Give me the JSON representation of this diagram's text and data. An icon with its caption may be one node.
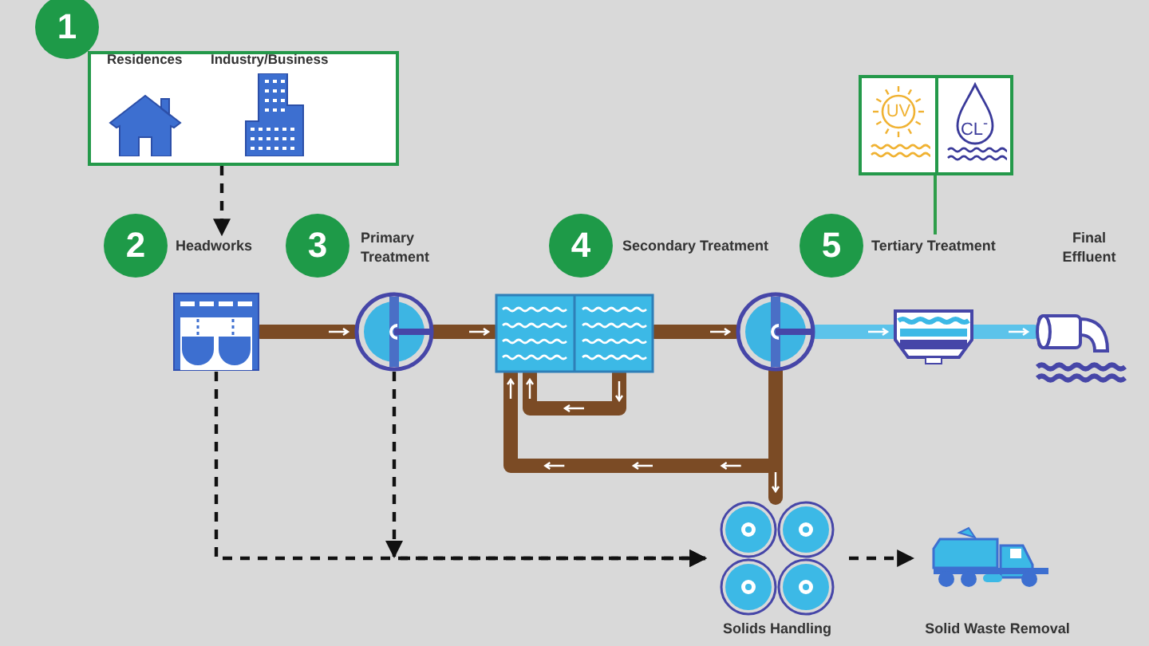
{
  "diagram": {
    "nodes": [
      {
        "text": [
          "Residences",
          "Industry/Business"
        ]
      },
      {
        "text": [
          "Headworks"
        ]
      },
      {
        "text": [
          "Primary Treatment"
        ]
      },
      {
        "text": [
          "Secondary Treatment"
        ]
      },
      {
        "text": [
          "Tertiary Treatment"
        ]
      },
      {
        "text": [
          "Final Effluent"
        ]
      },
      {
        "text": [
          "UV",
          "CL$^{-}$"
        ]
      },
      {
        "text": [],
        "shape": "picture"
      },
      {
        "text": [],
        "shape": "picture"
      },
      {
        "text": [],
        "shape": "picture"
      },
      {
        "text": [],
        "shape": "picture"
      },
      {
        "text": [],
        "shape": "picture"
      },
      {
        "text": [],
        "shape": "picture"
      },
      {
        "text": [],
        "shape": "picture",
        "beside": [
          "Solids Handling"
        ]
      },
      {
        "text": [],
        "shape": "picture",
        "beside": [
          "Solid Waste Removal"
        ]
      }
    ],
    "edges": [
      {
        "from": 0,
        "to": 1,
        "arrow": "to",
        "style": "dashed",
        "color": "#111111"
      },
      {
        "from": 7,
        "to": 8,
        "arrow": "to"
      },
      {
        "from": 8,
        "to": 9,
        "arrow": "to"
      },
      {
        "from": 9,
        "to": 10,
        "arrow": "to"
      },
      {
        "from": 10,
        "to": 11,
        "arrow": "to",
        "color": "#5cc3ea"
      },
      {
        "from": 11,
        "to": 12,
        "arrow": "to",
        "color": "#5cc3ea"
      },
      {
        "from": 9,
        "to": 9,
        "arrow": "to"
      },
      {
        "from": 10,
        "to": 9,
        "arrow": "to"
      },
      {
        "from": 10,
        "to": 13,
        "arrow": "to"
      },
      {
        "from": 7,
        "to": 13,
        "arrow": "to",
        "style": "dashed",
        "color": "#111111"
      },
      {
        "from": 8,
        "to": 13,
        "arrow": "to",
        "style": "dashed",
        "color": "#111111"
      },
      {
        "from": 13,
        "to": 14,
        "arrow": "to",
        "style": "dashed",
        "color": "#111111"
      },
      {
        "from": 6,
        "to": 4,
        "arrow": "none",
        "color": "#2e9e4a"
      }
    ],
    "labels": [
      "1",
      "2",
      "3",
      "4",
      "5"
    ]
  }
}
